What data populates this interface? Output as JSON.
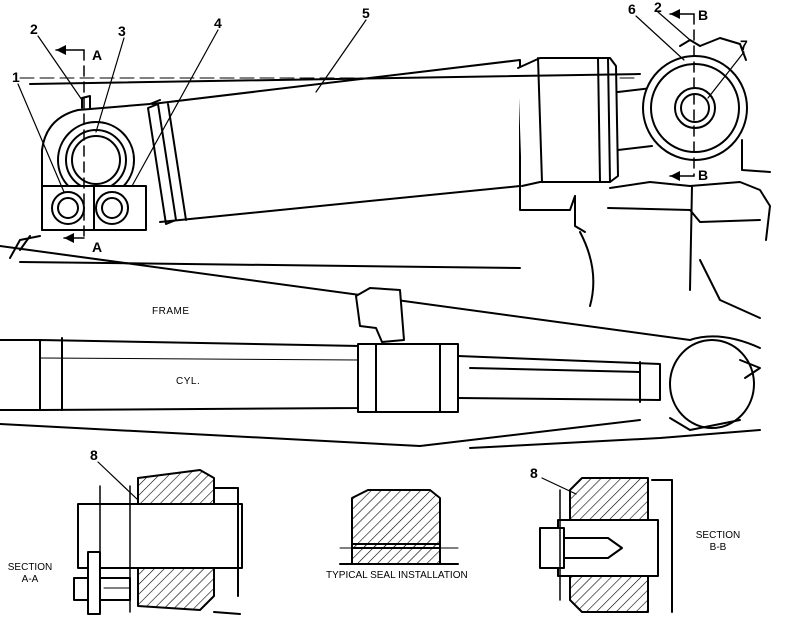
{
  "callouts": {
    "n1": "1",
    "n2a": "2",
    "n3": "3",
    "n4": "4",
    "n5": "5",
    "n6": "6",
    "n2b": "2",
    "n7": "7",
    "n8a": "8",
    "n8b": "8"
  },
  "section_marks": {
    "a_top": "A",
    "a_bottom": "A",
    "b_top": "B",
    "b_bottom": "B"
  },
  "parts": {
    "frame": "FRAME",
    "cylinder": "CYL."
  },
  "captions": {
    "section_aa_line1": "SECTION",
    "section_aa_line2": "A-A",
    "typical_seal": "TYPICAL SEAL INSTALLATION",
    "section_bb_line1": "SECTION",
    "section_bb_line2": "B-B"
  }
}
